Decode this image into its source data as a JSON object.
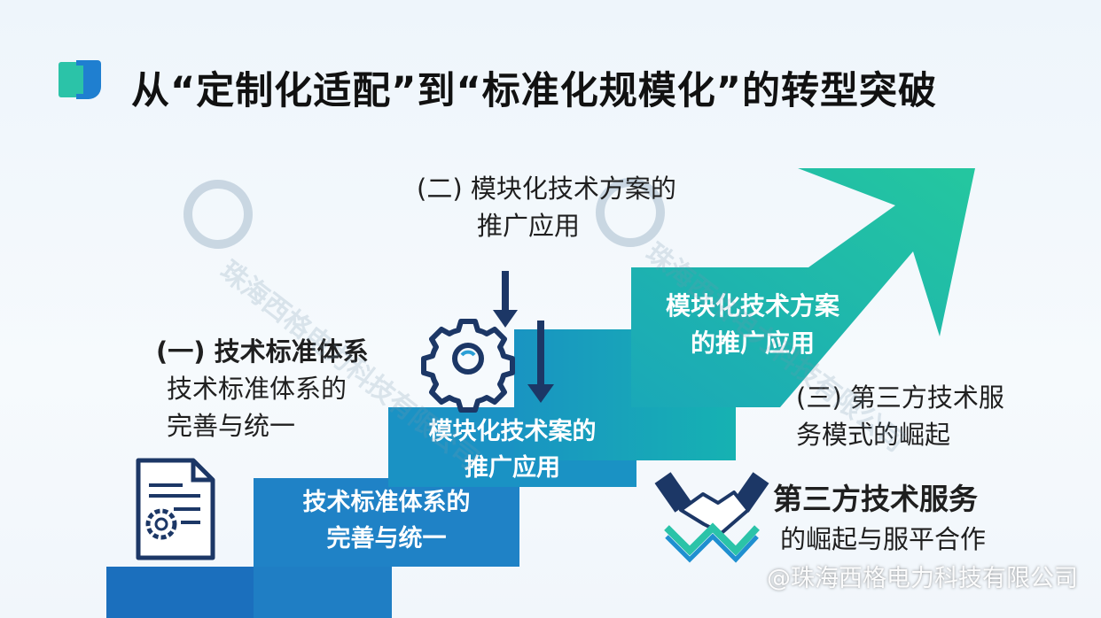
{
  "header": {
    "title": "从“定制化适配”到“标准化规模化”的转型突破",
    "icon": "title-bracket-icon"
  },
  "steps": [
    {
      "line1": "技术标准体系的",
      "line2": "完善与统一"
    },
    {
      "line1": "模块化技术案的",
      "line2": "推广应用"
    },
    {
      "line1": "模块化技术方案",
      "line2": "的推广应用"
    }
  ],
  "captions": {
    "one": {
      "head": "(一) 技术标准体系",
      "line1": "技术标准体系的",
      "line2": "完善与统一"
    },
    "two": {
      "line1": "(二) 模块化技术方案的",
      "line2": "推广应用"
    },
    "three": {
      "line1": "(三) 第三方技术服",
      "line2": "务模式的崛起"
    },
    "four": {
      "head": "第三方技术服务",
      "line2": "的崛起与服平合作"
    }
  },
  "watermark": {
    "company": "珠海西格电力科技有限公司",
    "handle": "@珠海西格电力科技有限公司"
  },
  "colors": {
    "step1": "#1f77c2",
    "step2": "#1b8cc4",
    "step3": "#18a9b9",
    "arrow": "#1fc0a6",
    "navy": "#1c3766"
  },
  "icons": [
    "gear-icon",
    "down-arrow-icon",
    "document-gear-icon",
    "handshake-icon"
  ]
}
